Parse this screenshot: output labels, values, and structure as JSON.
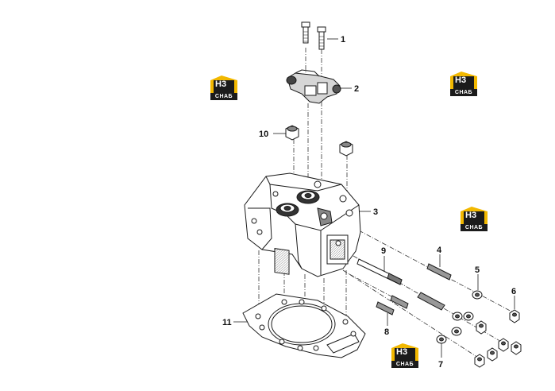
{
  "callouts": [
    {
      "id": "1",
      "label": "1"
    },
    {
      "id": "2",
      "label": "2"
    },
    {
      "id": "3",
      "label": "3"
    },
    {
      "id": "4",
      "label": "4"
    },
    {
      "id": "5",
      "label": "5"
    },
    {
      "id": "6",
      "label": "6"
    },
    {
      "id": "7",
      "label": "7"
    },
    {
      "id": "8",
      "label": "8"
    },
    {
      "id": "9",
      "label": "9"
    },
    {
      "id": "10",
      "label": "10"
    },
    {
      "id": "11",
      "label": "11"
    }
  ],
  "watermark": {
    "letters": "H3",
    "word": "СНАБ",
    "accent_color": "#f2b800",
    "dark_color": "#1b1b1b"
  },
  "colors": {
    "line": "#1a1a1a",
    "part_fill": "#ffffff",
    "shade": "#cfcfcf",
    "dark": "#333333"
  }
}
